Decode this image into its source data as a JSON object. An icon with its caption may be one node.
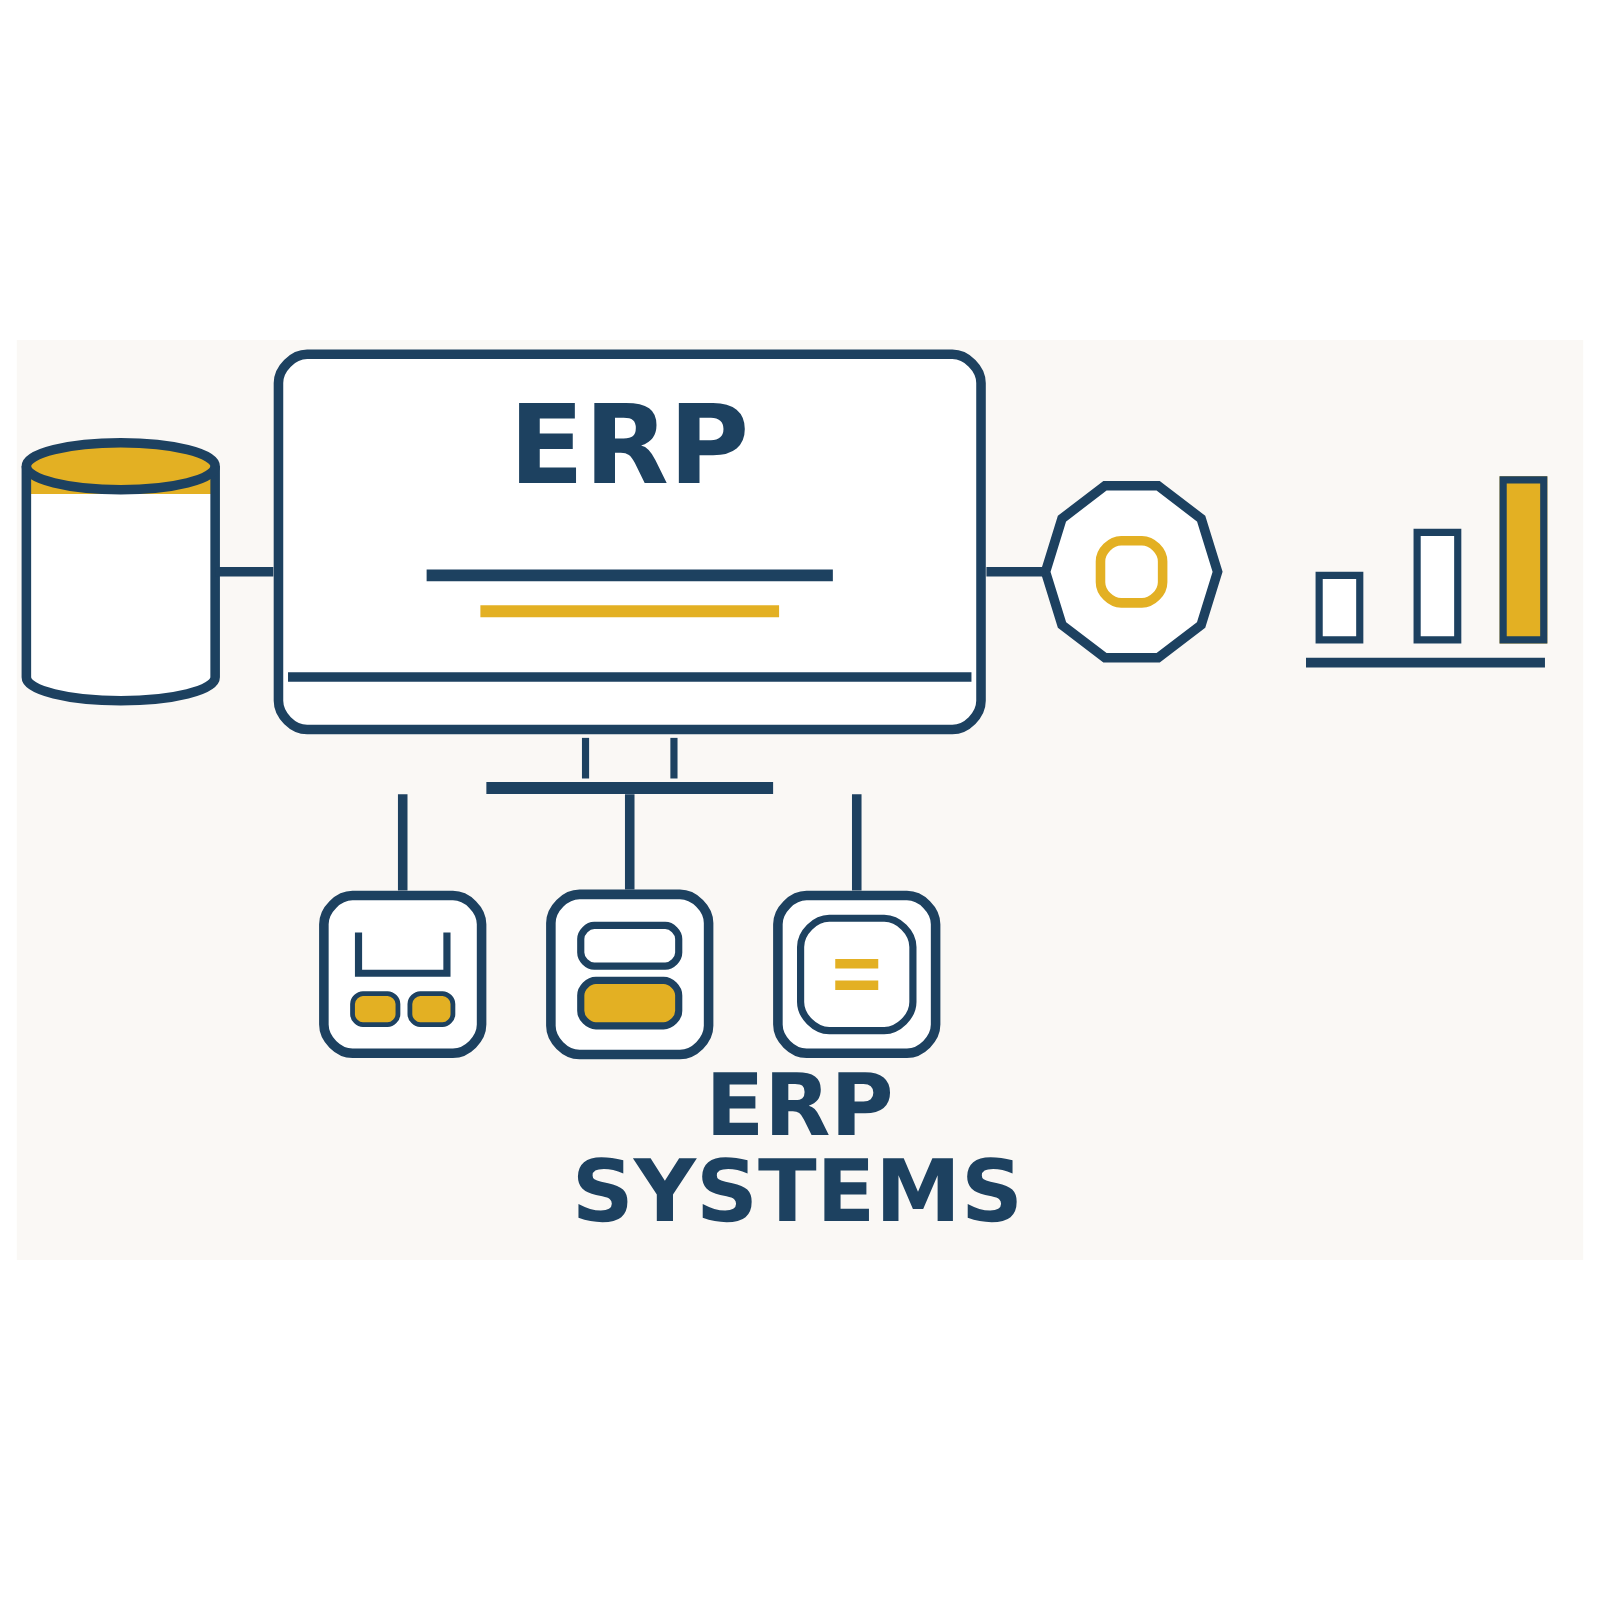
{
  "diagram": {
    "title": "ERP SYSTEMS",
    "nodes": [
      {
        "text": [
          "ERP"
        ]
      },
      {
        "text": [],
        "shape": "cylinder"
      },
      {
        "text": [],
        "shape": "gear"
      },
      {
        "text": [],
        "shape": "chart"
      },
      {
        "text": [],
        "shape": "box"
      },
      {
        "text": [],
        "shape": "box"
      },
      {
        "text": [],
        "shape": "box"
      }
    ],
    "edges": [
      {
        "from": 1,
        "to": 0,
        "arrow": "none"
      },
      {
        "from": 0,
        "to": 2,
        "arrow": "none"
      },
      {
        "from": 0,
        "to": 4,
        "arrow": "none"
      },
      {
        "from": 0,
        "to": 5,
        "arrow": "none"
      },
      {
        "from": 0,
        "to": 6,
        "arrow": "none"
      }
    ]
  }
}
